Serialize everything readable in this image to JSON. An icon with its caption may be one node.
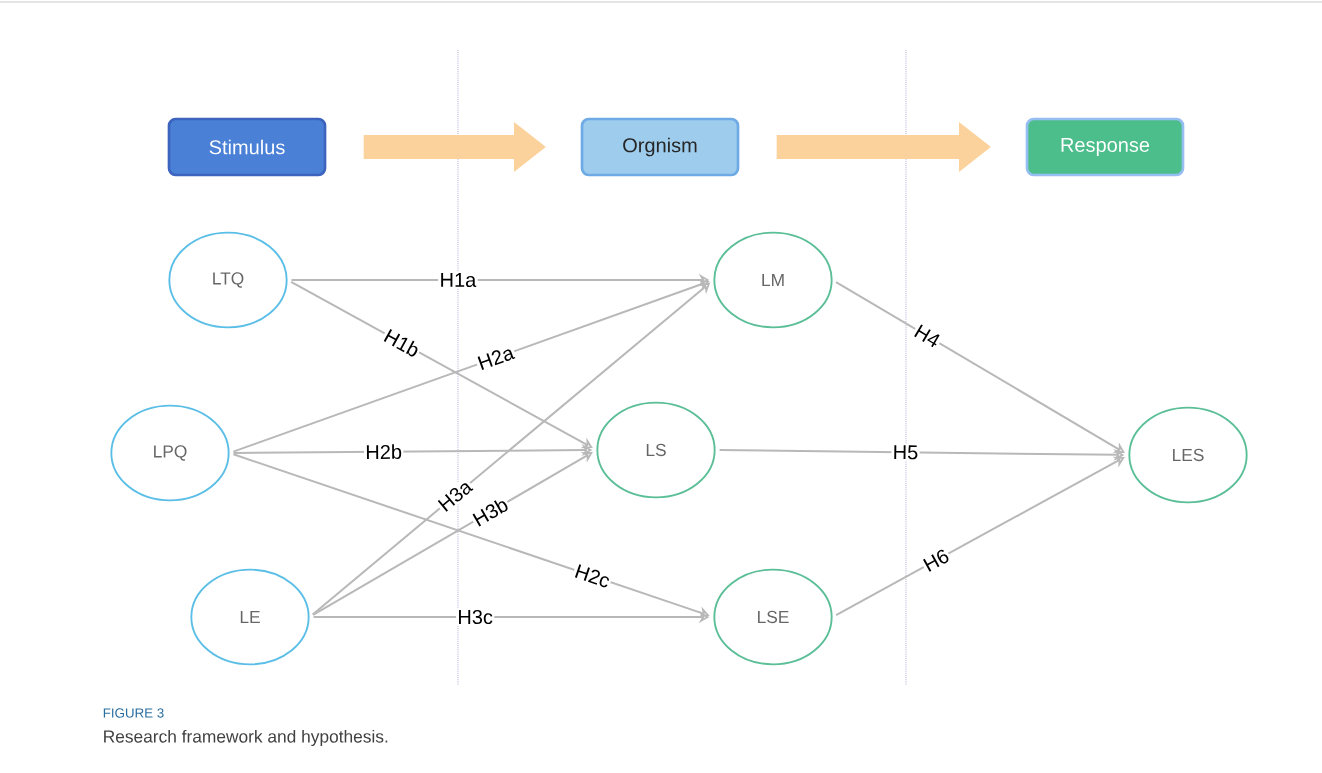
{
  "diagram": {
    "caption": "Research framework and hypothesis.",
    "nodes": [
      {
        "text": [
          "Stimulus"
        ]
      },
      {
        "text": [
          "Orgnism"
        ]
      },
      {
        "text": [
          "Response"
        ]
      },
      {
        "text": [
          "LTQ"
        ]
      },
      {
        "text": [
          "LPQ"
        ]
      },
      {
        "text": [
          "LE"
        ]
      },
      {
        "text": [
          "LM"
        ]
      },
      {
        "text": [
          "LS"
        ]
      },
      {
        "text": [
          "LSE"
        ]
      },
      {
        "text": [
          "LES"
        ]
      }
    ],
    "edges": [
      {
        "from": 0,
        "to": 1,
        "arrow": "to",
        "style": "thick",
        "color": "#fbd29c"
      },
      {
        "from": 1,
        "to": 2,
        "arrow": "to",
        "style": "thick",
        "color": "#fbd29c"
      },
      {
        "from": 3,
        "to": 6,
        "arrow": "to",
        "label": "H1a"
      },
      {
        "from": 3,
        "to": 7,
        "arrow": "to",
        "label": "H1b"
      },
      {
        "from": 4,
        "to": 6,
        "arrow": "to",
        "label": "H2a"
      },
      {
        "from": 4,
        "to": 7,
        "arrow": "to",
        "label": "H2b"
      },
      {
        "from": 4,
        "to": 8,
        "arrow": "to",
        "label": "H2c"
      },
      {
        "from": 5,
        "to": 6,
        "arrow": "to",
        "label": "H3a"
      },
      {
        "from": 5,
        "to": 7,
        "arrow": "to",
        "label": "H3b"
      },
      {
        "from": 5,
        "to": 8,
        "arrow": "to",
        "label": "H3c"
      },
      {
        "from": 6,
        "to": 9,
        "arrow": "to",
        "label": "H4"
      },
      {
        "from": 7,
        "to": 9,
        "arrow": "to",
        "label": "H5"
      },
      {
        "from": 8,
        "to": 9,
        "arrow": "to",
        "label": "H6"
      }
    ],
    "labels": [
      "FIGURE 3"
    ]
  }
}
